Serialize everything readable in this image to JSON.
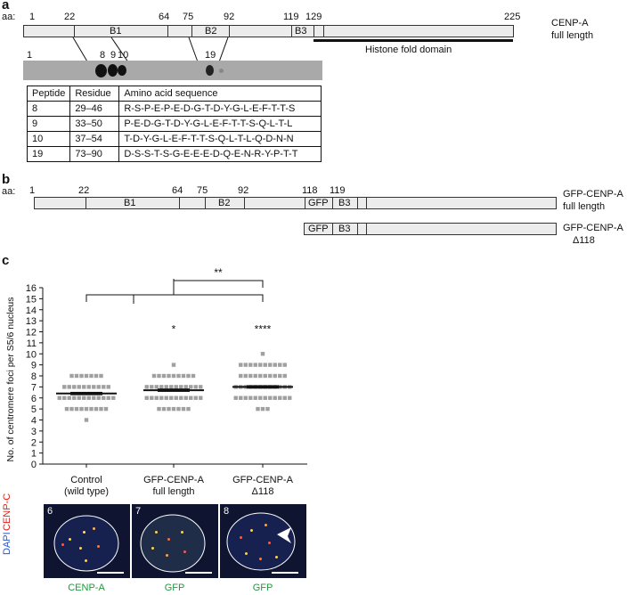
{
  "panel_a": {
    "label": "a",
    "aa_prefix": "aa:",
    "ticks": [
      "1",
      "22",
      "64",
      "75",
      "92",
      "119",
      "129",
      "225"
    ],
    "domains": [
      "B1",
      "B2",
      "B3"
    ],
    "protein_label_line1": "CENP-A",
    "protein_label_line2": "full length",
    "fold_domain_label": "Histone fold domain",
    "blot_numbers": [
      "1",
      "8",
      "9",
      "10",
      "19"
    ],
    "table": {
      "headers": [
        "Peptide",
        "Residue",
        "Amino acid sequence"
      ],
      "rows": [
        [
          "8",
          "29–46",
          "R-S-P-E-P-E-D-G-T-D-Y-G-L-E-F-T-T-S"
        ],
        [
          "9",
          "33–50",
          "P-E-D-G-T-D-Y-G-L-E-F-T-T-S-Q-L-T-L"
        ],
        [
          "10",
          "37–54",
          "T-D-Y-G-L-E-F-T-T-S-Q-L-T-L-Q-D-N-N"
        ],
        [
          "19",
          "73–90",
          "D-S-S-T-S-G-E-E-E-D-Q-E-N-R-Y-P-T-T"
        ]
      ]
    }
  },
  "panel_b": {
    "label": "b",
    "aa_prefix": "aa:",
    "ticks": [
      "1",
      "22",
      "64",
      "75",
      "92",
      "118",
      "119"
    ],
    "domains_full": [
      "B1",
      "B2",
      "GFP",
      "B3"
    ],
    "domains_trunc": [
      "GFP",
      "B3"
    ],
    "full_label_line1": "GFP-CENP-A",
    "full_label_line2": "full length",
    "trunc_label_line1": "GFP-CENP-A",
    "trunc_label_line2": "Δ118"
  },
  "panel_c": {
    "label": "c",
    "significance": [
      "**",
      "*",
      "****"
    ],
    "micro_numbers": [
      "6",
      "7",
      "8"
    ],
    "micro_side_label_1": "DAPI",
    "micro_side_label_2": "CENP-C",
    "micro_bottom_labels": [
      "CENP-A",
      "GFP",
      "GFP"
    ]
  },
  "colors": {
    "blue_label": "#2b56c8",
    "red_label": "#e0231c",
    "green_label": "#1f9a3e",
    "point_gray": "#a0a0a0"
  },
  "chart_data": {
    "type": "scatter",
    "ylabel": "No. of centromere foci per S5/6 nucleus",
    "ylim": [
      0,
      16
    ],
    "yticks": [
      "0",
      "1",
      "2",
      "3",
      "4",
      "5",
      "6",
      "7",
      "8",
      "9",
      "10",
      "11",
      "12",
      "13",
      "14",
      "15",
      "16"
    ],
    "categories": [
      [
        "Control",
        "(wild type)"
      ],
      [
        "GFP-CENP-A",
        "full length"
      ],
      [
        "GFP-CENP-A",
        "Δ118"
      ]
    ],
    "groups": [
      {
        "mean": 6.4,
        "sem_low": 6.25,
        "sem_high": 6.55,
        "points": {
          "4": 1,
          "5": 9,
          "6": 12,
          "7": 10,
          "8": 7
        }
      },
      {
        "mean": 6.7,
        "sem_low": 6.55,
        "sem_high": 6.85,
        "points": {
          "5": 7,
          "6": 12,
          "7": 12,
          "8": 9,
          "9": 1
        }
      },
      {
        "mean": 7.0,
        "sem_low": 6.85,
        "sem_high": 7.15,
        "points": {
          "5": 3,
          "6": 12,
          "7": 12,
          "8": 10,
          "9": 10,
          "10": 1
        }
      }
    ]
  }
}
